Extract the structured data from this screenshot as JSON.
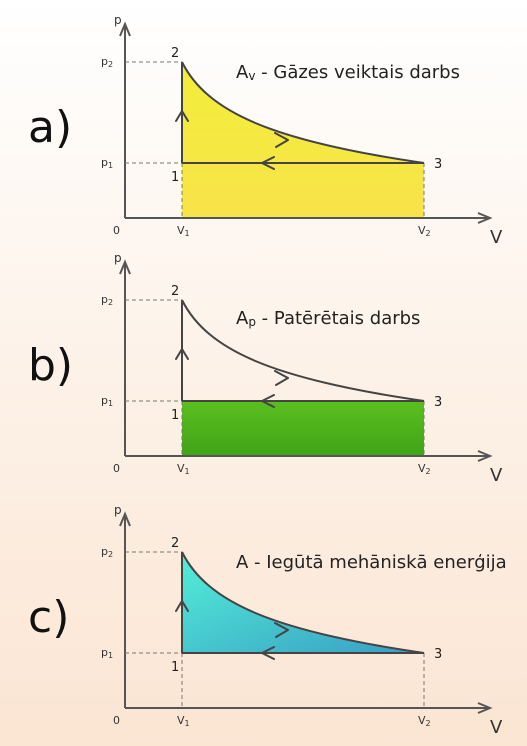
{
  "panels": [
    {
      "letter": "a)",
      "caption": "Av - Gāzes veiktais darbs",
      "fill": "#f2ee3a",
      "fill2": "#f8e34a",
      "region": "under-curve"
    },
    {
      "letter": "b)",
      "caption": "Ap - Patērētais darbs",
      "fill": "#5cbf1f",
      "fill2": "#3fa418",
      "region": "under-p1"
    },
    {
      "letter": "c)",
      "caption": "A - Iegūtā mehāniskā enerģija",
      "fill": "#52f0d8",
      "fill2": "#3a9dc4",
      "region": "between"
    }
  ],
  "axes": {
    "y_label": "p",
    "x_label": "V",
    "origin": "0",
    "p1": "p1",
    "p2": "p2",
    "v1": "V1",
    "v2": "V2"
  },
  "points": {
    "p1": "1",
    "p2": "2",
    "p3": "3"
  },
  "colors": {
    "axis": "#555555",
    "curve": "#444444"
  }
}
